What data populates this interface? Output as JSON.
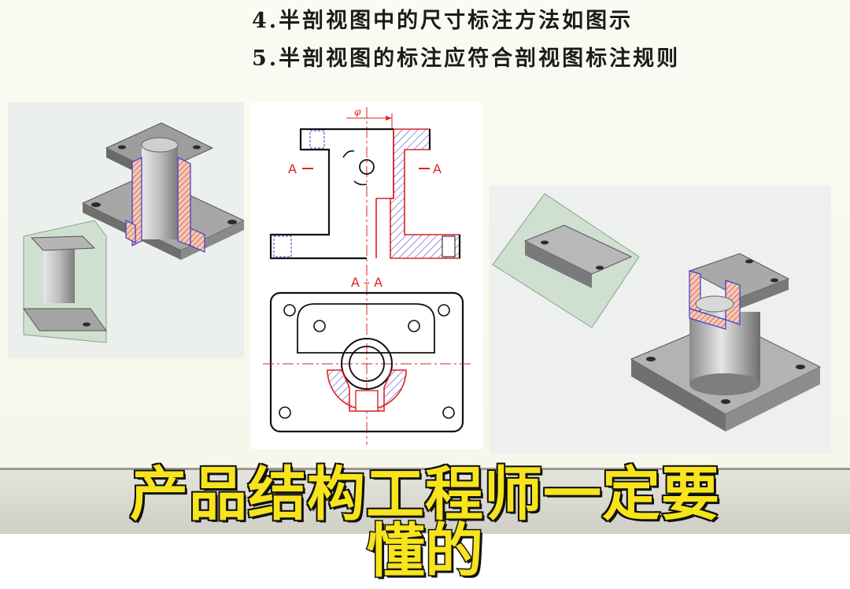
{
  "slide": {
    "rule_4": "4.半剖视图中的尺寸标注方法如图示",
    "rule_5": "5.半剖视图的标注应符合剖视图标注规则"
  },
  "drawing": {
    "diameter_symbol": "φ",
    "cut_label_left": "A",
    "cut_label_right": "A",
    "section_title": "A-A"
  },
  "caption": {
    "line1": "产品结构工程师一定要",
    "line2": "懂的"
  },
  "colors": {
    "section_red": "#e02020",
    "hatch_blue": "#3a3ad0",
    "caption_yellow": "#f7e41c",
    "model_gray": "#9c9c9c"
  }
}
